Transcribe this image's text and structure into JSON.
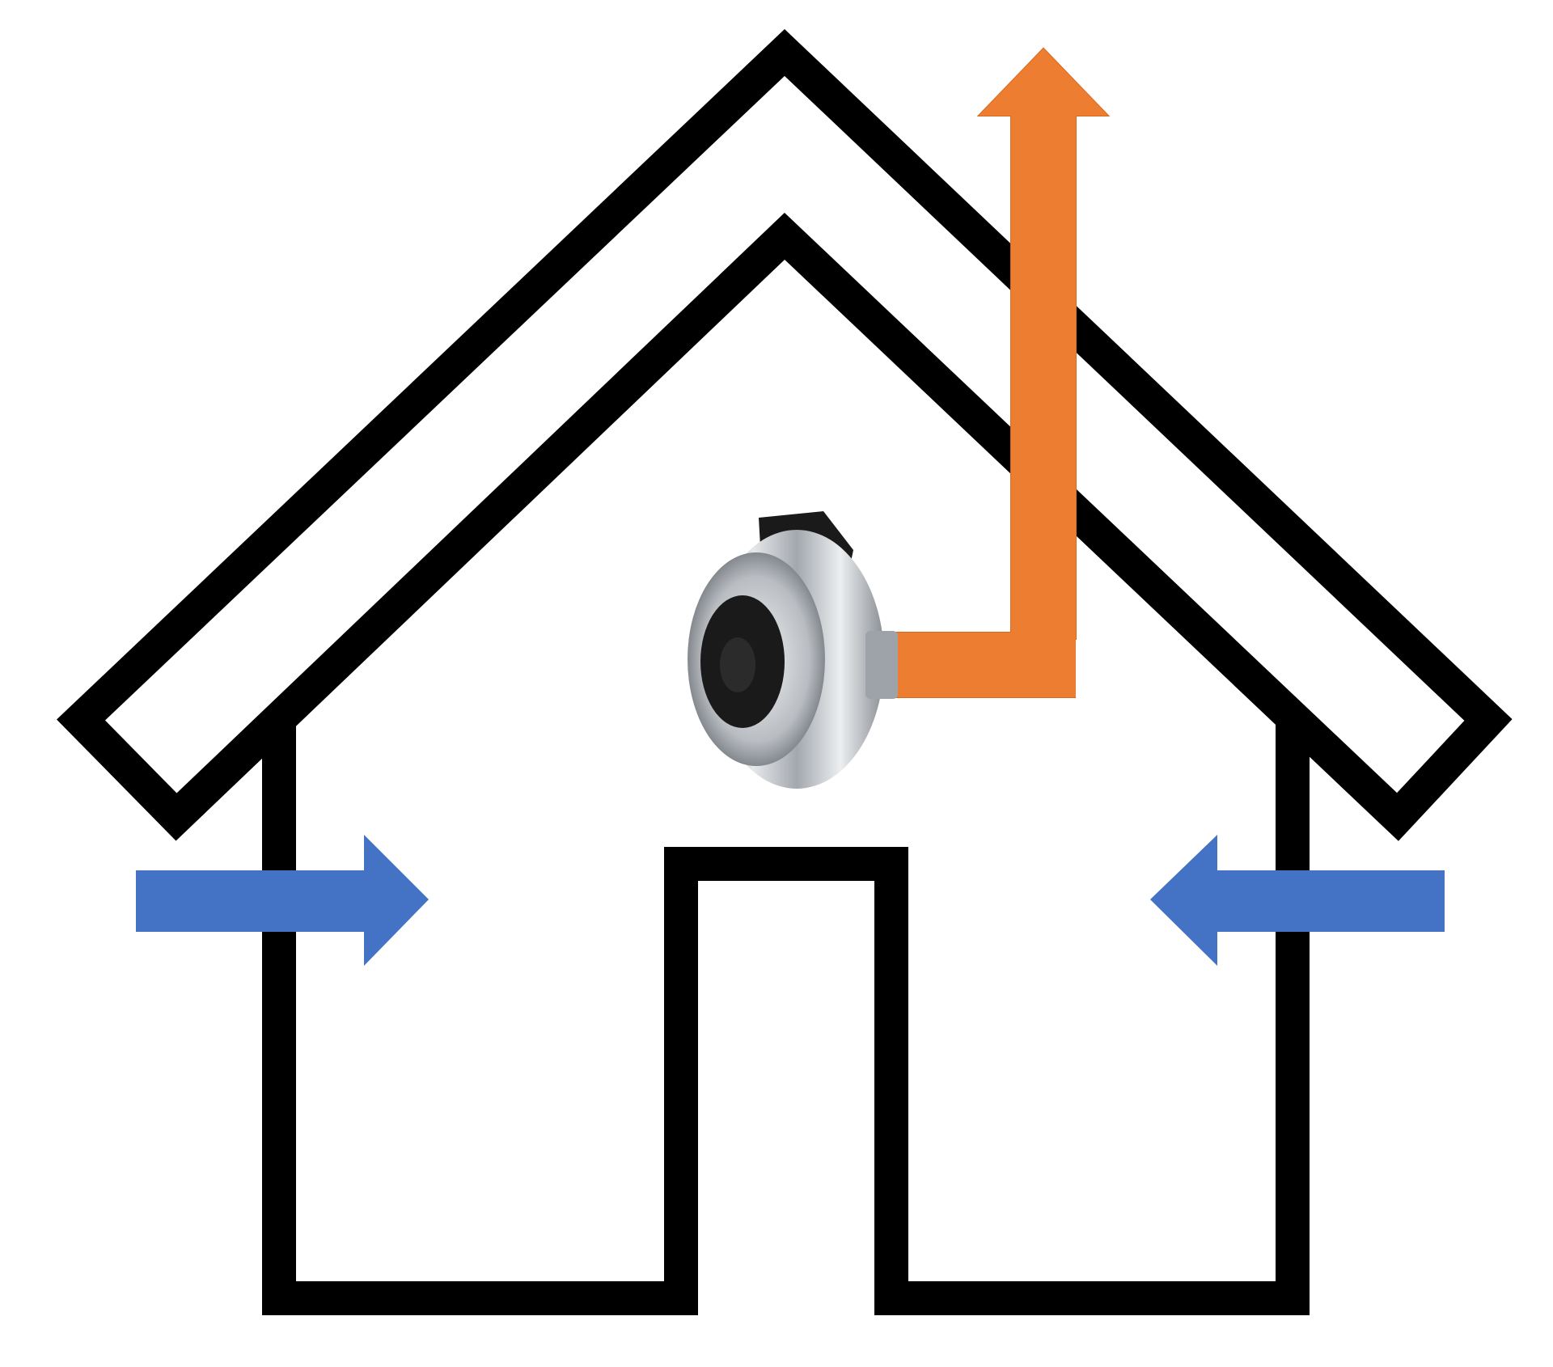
{
  "diagram": {
    "subject": "house-ventilation",
    "colors": {
      "background": "#ffffff",
      "outline": "#000000",
      "exhaust_duct": "#ED7D31",
      "intake_arrow": "#4472C4",
      "fan_body": "#b8bcc2",
      "fan_dark": "#1a1a1a"
    },
    "icons": [
      "house-outline-icon",
      "roof-icon",
      "door-icon",
      "inline-duct-fan-icon",
      "exhaust-arrow-icon",
      "intake-arrow-left-icon",
      "intake-arrow-right-icon"
    ],
    "elements": [
      {
        "name": "roof-band",
        "color": "outline"
      },
      {
        "name": "house-walls",
        "color": "outline"
      },
      {
        "name": "door",
        "color": "outline"
      },
      {
        "name": "inline-duct-fan",
        "color": "fan_body"
      },
      {
        "name": "exhaust-duct-arrow",
        "color": "exhaust_duct",
        "direction": "up"
      },
      {
        "name": "intake-arrow-left",
        "color": "intake_arrow",
        "direction": "right"
      },
      {
        "name": "intake-arrow-right",
        "color": "intake_arrow",
        "direction": "left"
      }
    ]
  }
}
